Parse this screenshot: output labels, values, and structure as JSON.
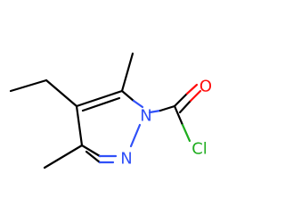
{
  "molecule": {
    "atoms": {
      "n1": {
        "symbol": "N",
        "color": "#3050F8"
      },
      "n2": {
        "symbol": "N",
        "color": "#3050F8"
      },
      "o": {
        "symbol": "O",
        "color": "#FF0D0D"
      },
      "cl": {
        "symbol": "Cl",
        "color": "#1FAD1F"
      }
    },
    "colors": {
      "bond": "#000000",
      "background": "#FFFFFF"
    }
  }
}
